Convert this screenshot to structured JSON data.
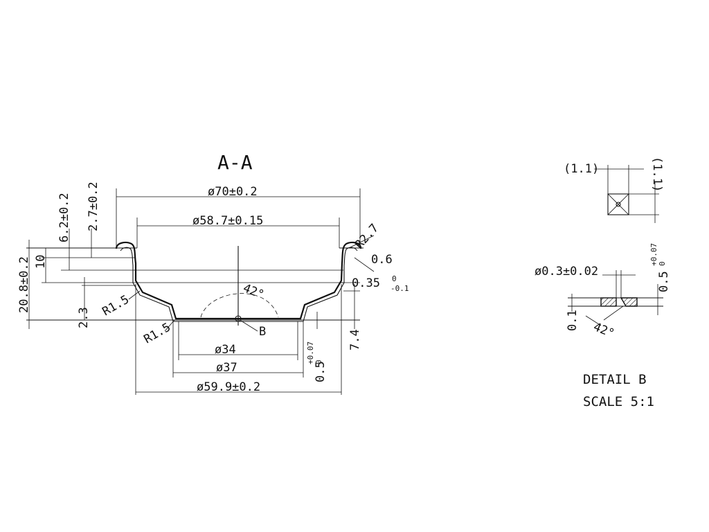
{
  "section": {
    "title": "A-A",
    "dims": {
      "outer_dia": "ø70±0.2",
      "inner_dia": "ø58.7±0.15",
      "base_dia": "ø59.9±0.2",
      "d34": "ø34",
      "d37": "ø37",
      "height_total": "20.8±0.2",
      "h10": "10",
      "h62": "6.2±0.2",
      "h27": "2.7±0.2",
      "h23": "2.3",
      "h74": "7.4",
      "r15_a": "R1.5",
      "r15_b": "R1.5",
      "r27": "R2.7",
      "t06": "0.6",
      "t035": "0.35",
      "t035_up": "0",
      "t035_lo": "-0.1",
      "angle": "42°",
      "label_b": "B",
      "h05": "0.5",
      "h05_up": "+0.07",
      "h05_lo": "0"
    }
  },
  "detail": {
    "title": "DETAIL B",
    "scale": "SCALE 5:1",
    "dims": {
      "w11": "(1.1)",
      "h11": "(1.1)",
      "hole_dia": "ø0.3±0.02",
      "depth": "0.5",
      "depth_up": "+0.07",
      "depth_lo": "0",
      "d01": "0.1",
      "angle": "42°"
    }
  }
}
